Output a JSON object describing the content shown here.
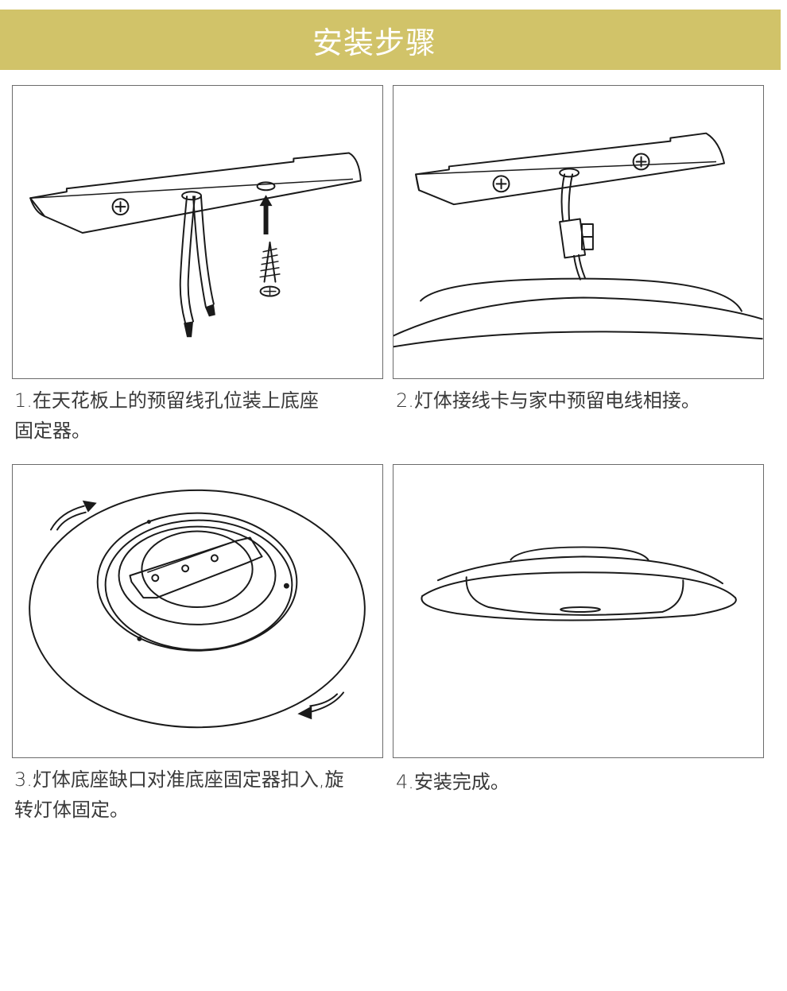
{
  "header": {
    "title": "安装步骤",
    "background_color": "#d1c369",
    "text_color": "#ffffff"
  },
  "steps": [
    {
      "number": "1",
      "illustration": "ceiling-mount-bracket-with-wires-and-screw",
      "caption_lines": [
        "1.在天花板上的预留线孔位装上底座",
        "固定器。"
      ]
    },
    {
      "number": "2",
      "illustration": "lamp-wire-connector-to-ceiling-wires",
      "caption_lines": [
        "2.灯体接线卡与家中预留电线相接。"
      ]
    },
    {
      "number": "3",
      "illustration": "lamp-base-rotate-onto-bracket",
      "caption_lines": [
        "3.灯体底座缺口对准底座固定器扣入,旋",
        "转灯体固定。"
      ]
    },
    {
      "number": "4",
      "illustration": "installed-ceiling-lamp",
      "caption_lines": [
        "4.安装完成。"
      ]
    }
  ],
  "colors": {
    "panel_border": "#6b6b6b",
    "caption_text": "#3a3a3a",
    "line_art": "#1a1a1a"
  }
}
